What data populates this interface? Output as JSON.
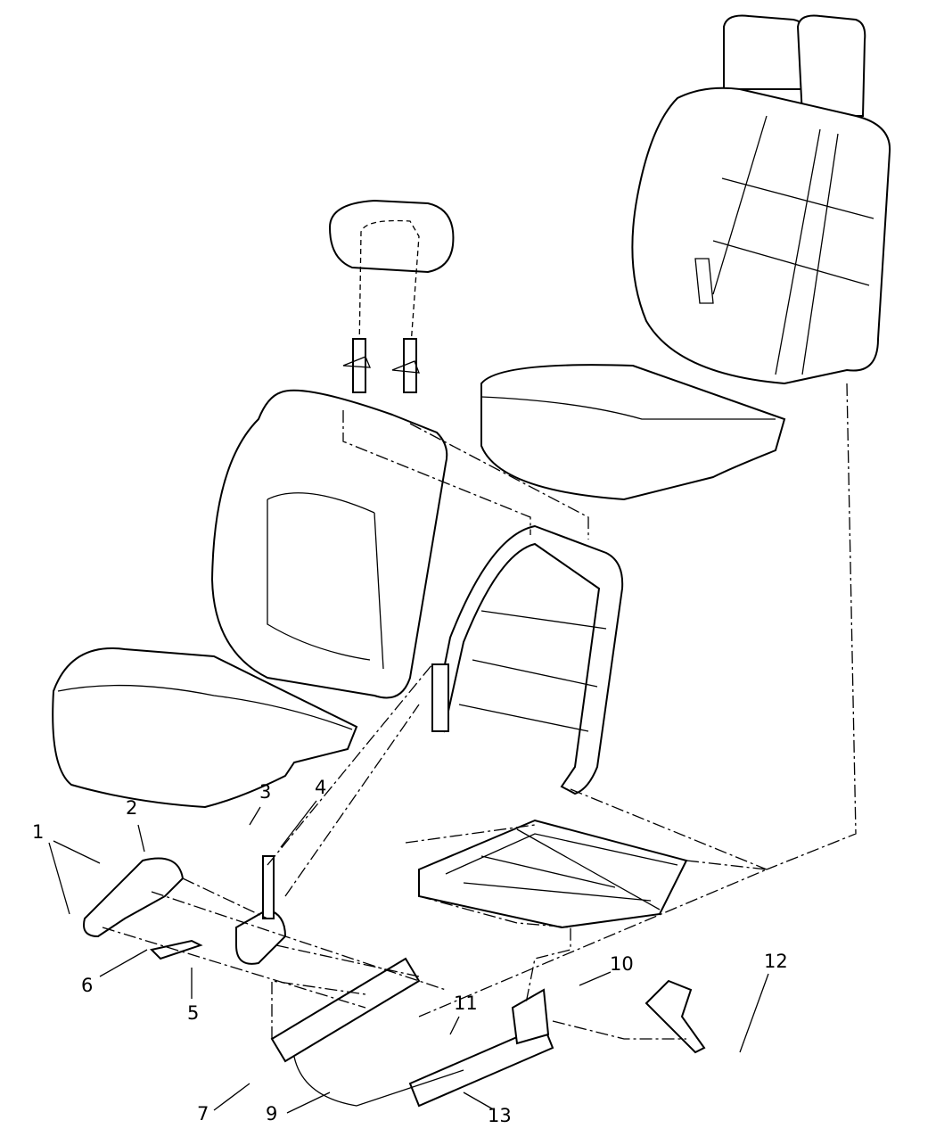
{
  "diagram": {
    "type": "exploded-parts-diagram",
    "callouts": [
      "1",
      "2",
      "3",
      "4",
      "5",
      "6",
      "7",
      "9",
      "10",
      "11",
      "12",
      "13"
    ]
  }
}
